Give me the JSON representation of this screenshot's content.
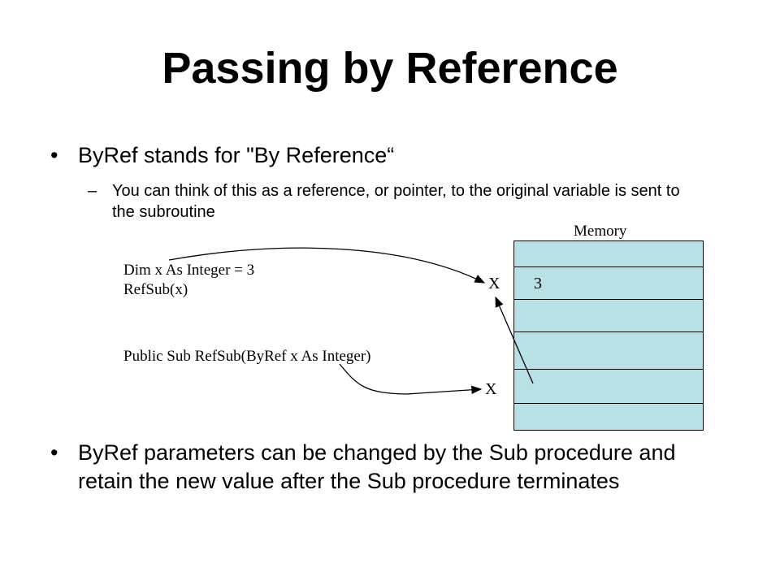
{
  "slide": {
    "title": "Passing by Reference",
    "bullets": [
      {
        "text": "ByRef stands for \"By Reference“"
      },
      {
        "text": "ByRef parameters can be changed by the Sub procedure and retain the new value after the Sub procedure terminates"
      }
    ],
    "sub_bullet": "You can think of this as a reference, or pointer, to the original variable is sent to the subroutine",
    "diagram": {
      "code_line1": "Dim x As Integer = 3",
      "code_line2": "RefSub(x)",
      "sub_decl": "Public Sub RefSub(ByRef x As Integer)",
      "memory_label": "Memory",
      "var_top": "X",
      "var_bottom": "X",
      "cell_value": "3",
      "cell_fill": "#b8e0e5"
    }
  }
}
